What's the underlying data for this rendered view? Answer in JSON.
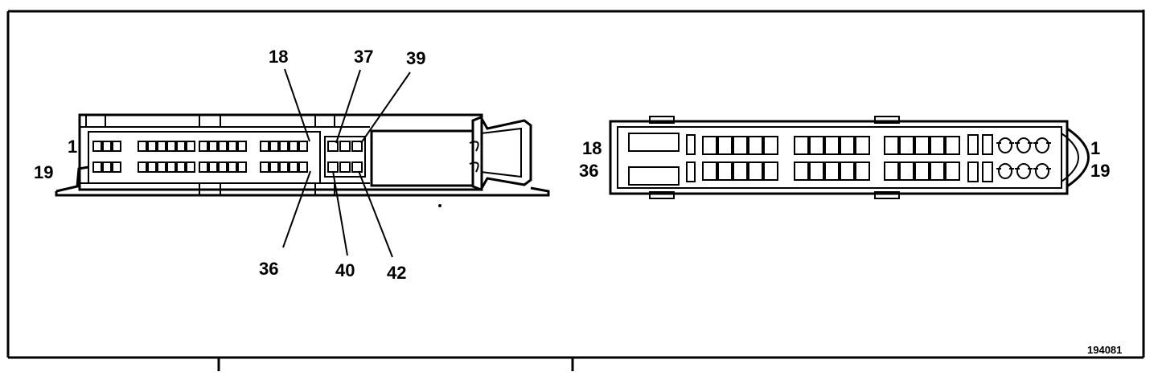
{
  "figure_id": "194081",
  "left_connector": {
    "pin_labels": {
      "row1_start": "1",
      "row2_start": "19",
      "row1_end": "18",
      "row2_end": "36",
      "aux_top_start": "37",
      "aux_top_end": "39",
      "aux_bottom_start": "40",
      "aux_bottom_end": "42"
    }
  },
  "right_connector": {
    "pin_labels": {
      "row1_left": "18",
      "row2_left": "36",
      "row1_right": "1",
      "row2_right": "19"
    }
  }
}
